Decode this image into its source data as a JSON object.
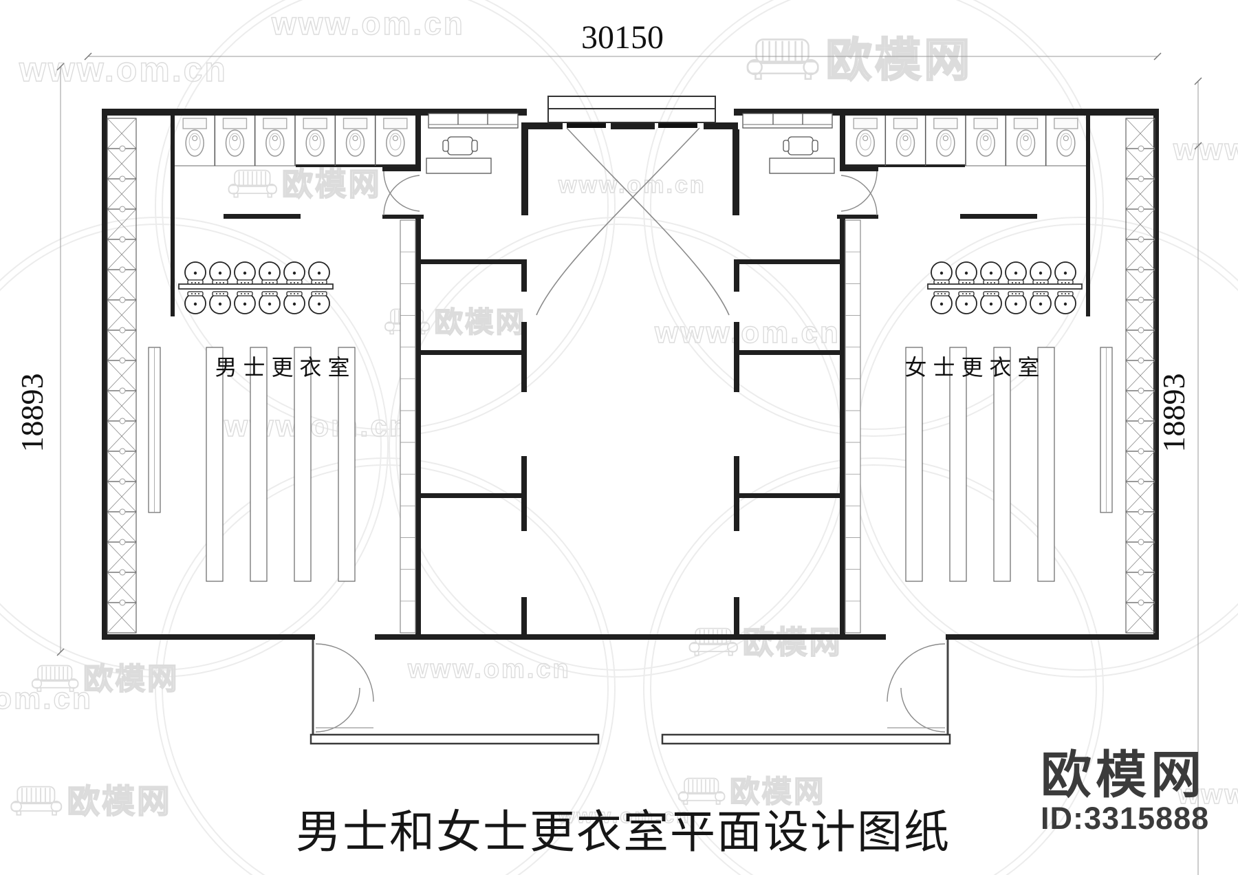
{
  "dimensions": {
    "top_width": "30150",
    "left_height": "18893",
    "right_height": "18893"
  },
  "rooms": {
    "mens_label": "男士更衣室",
    "womens_label": "女士更衣室"
  },
  "title": "男士和女士更衣室平面设计图纸",
  "branding": {
    "site_name": "欧模网",
    "item_id": "ID:3315888"
  },
  "watermark": {
    "url_text": "www.om.cn",
    "brand_text": "欧模网"
  },
  "fixtures": {
    "toilets_per_room": 6,
    "sinks_per_row": 6,
    "sink_rows_per_room": 2,
    "wall_locker_cells": 17,
    "locker_strip_cells": 13,
    "benches_per_room": 4
  },
  "colors": {
    "wall": "#1f1f1f",
    "line_dark": "#333333",
    "line_mid": "#666666",
    "line_light": "#999999",
    "dim_line": "#9a9a9a",
    "text": "#111111",
    "watermark": "#dcdcdc",
    "watermark_circle": "#ececec",
    "logo_text": "#3b3b3b",
    "background": "#ffffff"
  }
}
